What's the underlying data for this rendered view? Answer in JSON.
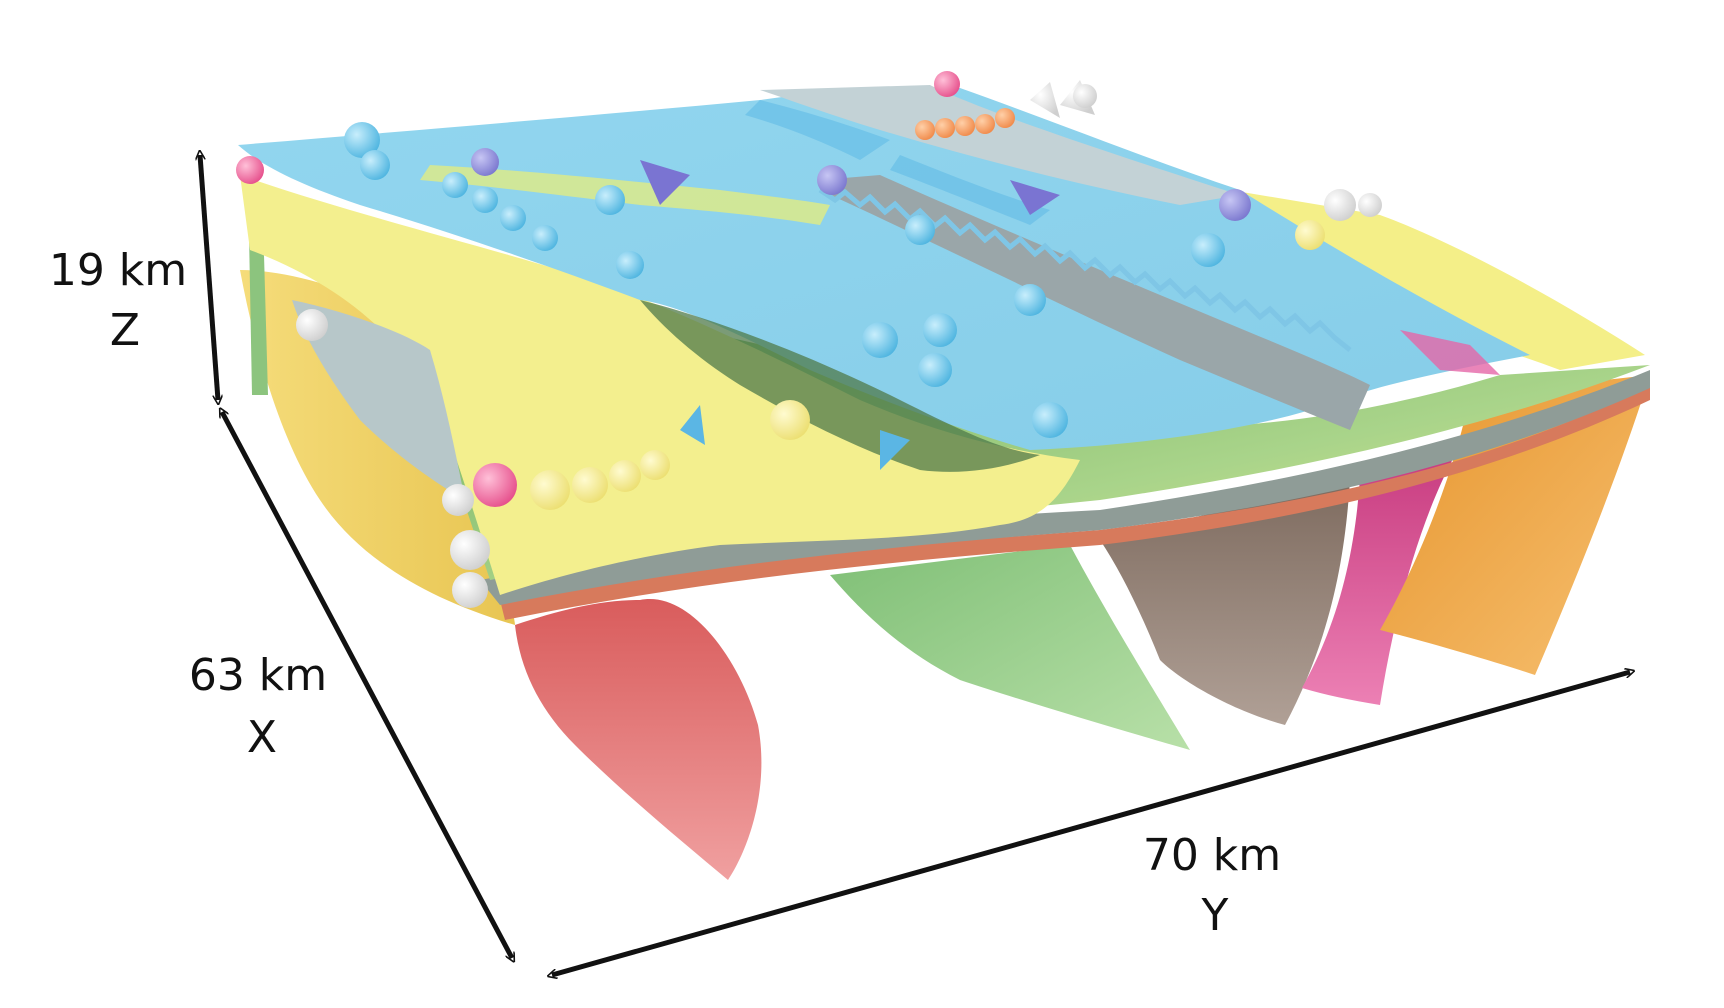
{
  "dimensions": {
    "z": {
      "length": "19 km",
      "axis": "Z"
    },
    "x": {
      "length": "63 km",
      "axis": "X"
    },
    "y": {
      "length": "70 km",
      "axis": "Y"
    }
  },
  "colors": {
    "top_surface": "#8fd3ec",
    "grey_band": "#9aa9ad",
    "yellow_layer": "#f2ee8a",
    "green_layer": "#9fcf8a",
    "red_fault": "#e88080",
    "green_fault": "#a5d49a",
    "brown_fault": "#9c8a7c",
    "pink_fault": "#dd5c98",
    "orange_fault": "#f1ae48",
    "left_yellow": "#f0d66a",
    "arrow": "#111111"
  },
  "legend_icons": [
    "blue-hemisphere-marker",
    "purple-hemisphere-marker",
    "orange-sphere-marker",
    "white-cone-marker",
    "purple-cone-marker"
  ]
}
